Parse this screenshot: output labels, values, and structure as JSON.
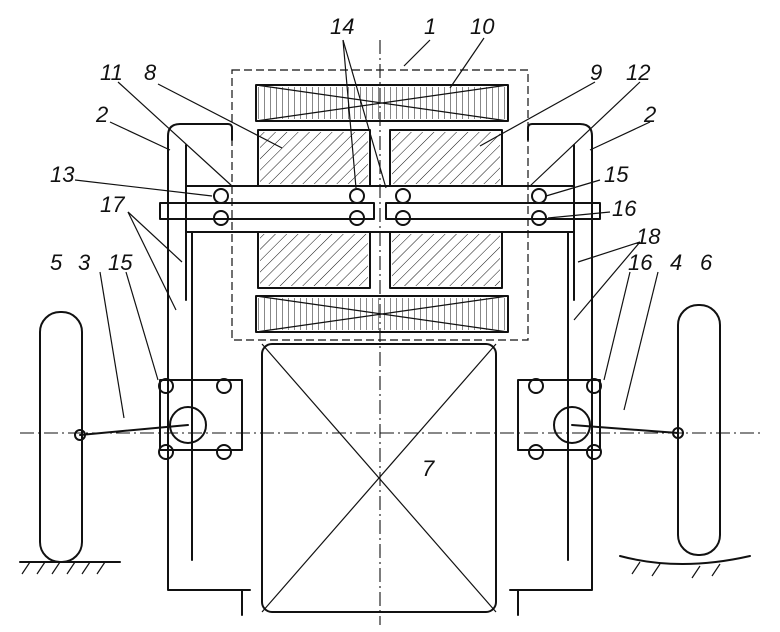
{
  "diagram": {
    "labels": {
      "l1": "1",
      "l2a": "2",
      "l2b": "2",
      "l3": "3",
      "l4": "4",
      "l5": "5",
      "l6": "6",
      "l7": "7",
      "l8": "8",
      "l9": "9",
      "l10": "10",
      "l11": "11",
      "l12": "12",
      "l13": "13",
      "l14": "14",
      "l15a": "15",
      "l15b": "15",
      "l16a": "16",
      "l16b": "16",
      "l17": "17",
      "l18": "18"
    }
  }
}
